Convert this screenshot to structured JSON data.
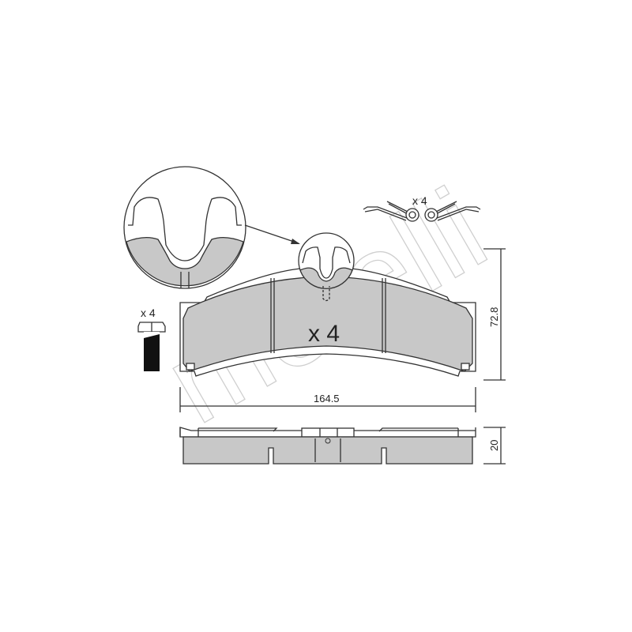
{
  "watermark": {
    "text": "metelli",
    "color": "#cfcfcf"
  },
  "colors": {
    "friction_material": "#c8c8c8",
    "line": "#333333",
    "background": "#ffffff"
  },
  "labels": {
    "pad_quantity": "x 4",
    "bolt_quantity": "x 4",
    "clip_quantity": "x 4"
  },
  "dimensions": {
    "width": "164.5",
    "height": "72.8",
    "thickness": "20"
  }
}
